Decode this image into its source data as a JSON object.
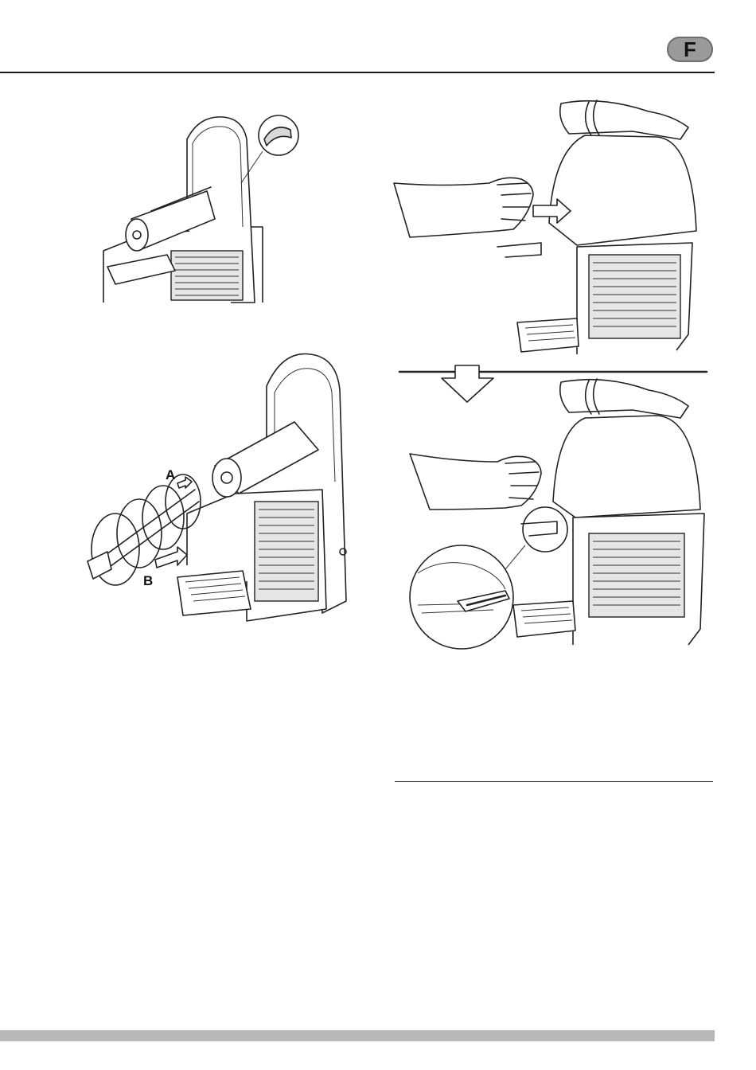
{
  "header": {
    "language_badge": "F"
  },
  "figures": {
    "fig2_labels": {
      "a": "A",
      "b": "B"
    }
  }
}
